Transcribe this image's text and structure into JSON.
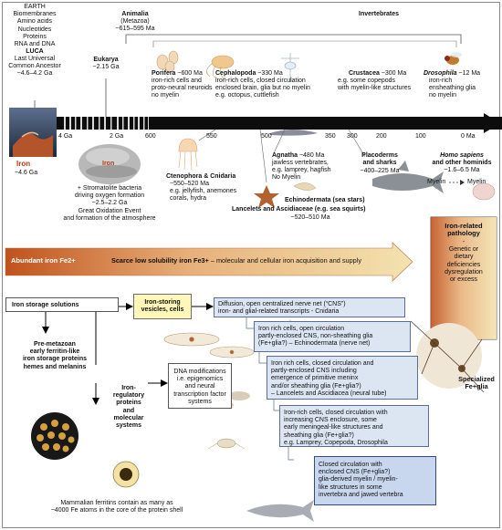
{
  "timeline": {
    "earth_block": "EARTH\nBiomembranes\nAmino acids\nNucleotides\nProteins\nRNA and DNA",
    "luca_title": "LUCA",
    "luca_block": "Last Universal\nCommon Ancestor\n~4.6–4.2 Ga",
    "eukarya_title": "Eukarya",
    "eukarya_age": "~2.15 Ga",
    "animalia_title": "Animalia",
    "animalia_sub": "(Metazoa)\n~615–595 Ma",
    "invertebrates": "Invertebrates",
    "porifera_title": "Porifera",
    "porifera_age": "~600 Ma",
    "porifera_desc": "iron-rich cells and\nproto-neural neuroids\nno myelin",
    "cephalopoda_title": "Cephalopoda",
    "cephalopoda_age": "~330 Ma",
    "cephalopoda_desc": "iron-rich cells, closed circulation\nenclosed brain, glia but no myelin\ne.g. octopus, cuttlefish",
    "crustacea_title": "Crustacea",
    "crustacea_age": "~300 Ma",
    "crustacea_desc": "e.g. some copepods\nwith myelin-like structures",
    "drosophila_title": "Drosophila",
    "drosophila_age": "~12 Ma",
    "drosophila_desc": "iron-rich\nensheathing glia\nno myelin",
    "ticks": [
      "4 Ga",
      "2 Ga",
      "600",
      "550",
      "500",
      "350",
      "300",
      "200",
      "100",
      "0 Ma"
    ],
    "iron_label": "Iron",
    "iron_age": "~4.6 Ga",
    "stromatolite_block": "+ Stromatolite bacteria\ndriving oxygen formation\n~2.5–2.2 Ga\nGreat Oxidation Event\nand formation of the atmosphere",
    "iron_small": "Iron",
    "ctenophora_title": "Ctenophora & Cnidaria",
    "ctenophora_desc": "~550–520 Ma\ne.g. jellyfish, anemones\ncorals, hydra",
    "agnatha_title": "Agnatha",
    "agnatha_age": "~480 Ma",
    "agnatha_desc": "jawless vertebrates,\ne.g. lamprey, hagfish\nNo Myelin",
    "placoderms_title": "Placoderms\nand sharks",
    "placoderms_age": "~400–225 Ma",
    "homo_title": "Homo sapiens",
    "homo_sub": "and other hominids",
    "homo_age": "~1.6–6.5 Ma",
    "myelin_left": "Myelin",
    "myelin_right": "Myelin",
    "echinodermata": "Echinodermata (sea stars)",
    "lancelets": "Lancelets and Ascidiaceae (e.g. sea squirts)",
    "lancelets_age": "~520–510 Ma"
  },
  "iron_bar": {
    "abundant": "Abundant iron Fe2+",
    "scarce": "Scarce low solubility iron Fe3+",
    "scarce_rest": " – molecular and cellular iron acquisition and supply"
  },
  "pathology": {
    "title": "Iron-related\npathology",
    "desc": "-\nGenetic or\ndietary\ndeficiencies\ndysregulation\nor excess"
  },
  "storage": {
    "solutions": "Iron storage solutions",
    "vesicles": "Iron-storing\nvesicles, cells",
    "pre_metazoan": "Pre-metazoan\nearly ferritin-like\niron storage proteins\nhemes and melanins",
    "regulatory": "Iron-\nregulatory\nproteins\nand\nmolecular\nsystems",
    "dna": "DNA modifications\ni.e. epigenomics\nand neural\ntranscription factor\nsystems",
    "ferritin": "Mammalian ferritins contain as many as\n~4000 Fe atoms in the core of the protein shell"
  },
  "stages": [
    "Diffusion, open centralized nerve net (“CNS”)\niron- and glial-related transcripts - Cnidaria",
    "Iron rich cells, open circulation\npartly-enclosed CNS, non-sheathing glia\n(Fe+glia?) – Echinodermata (nerve net)",
    "Iron rich cells, closed circulation and\npartly-enclosed CNS including\nemergence of primitive meninx\nand/or sheathing glia (Fe+glia?)\n– Lancelets and Ascidiacea (neural tube)",
    "Iron-rich cells, closed circulation with\nincreasing CNS enclosure, some\nearly meningeal-like structures and\nsheathing glia (Fe+glia?)\ne.g. Lamprey, Copepoda, Drosophila",
    "Closed circulation with\nenclosed CNS (Fe+glia?)\nglia-derived myelin / myelin-\nlike structures in some\ninvertebra and jawed vertebra"
  ],
  "specialized": "Specialized\nFe+glia",
  "colors": {
    "iron_red": "#b43a12",
    "arrow_start": "#c0521c",
    "arrow_end": "#f3e3b0",
    "blue_box": "#dce6f3",
    "navy_box": "#c9d7ee",
    "yellow_box": "#fff7b8"
  }
}
